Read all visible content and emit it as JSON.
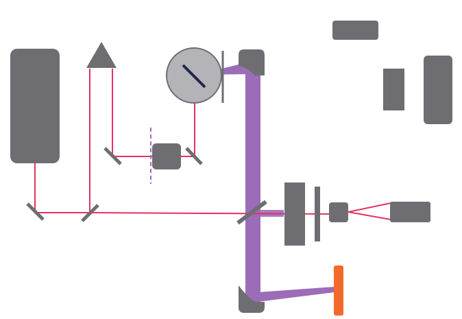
{
  "diagram": {
    "colors": {
      "background": "#ffffff",
      "component": "#6e6e72",
      "laser_beam": "#e6305f",
      "purple_beam": "#9b6db8",
      "purple_dash": "#a468c0",
      "sphere_fill": "#b4b4b8",
      "sphere_edge": "#6e6e72",
      "sphere_mirror": "#1e2550",
      "target": "#f26a2a"
    },
    "components": [
      "laser-source",
      "retroreflector-prism",
      "integrating-sphere",
      "sphere-mirror",
      "curved-mirror-top",
      "curved-mirror-bottom",
      "plane-mirror-lower-left",
      "plane-mirror-lower-middle",
      "plane-mirror-upper-left",
      "plane-mirror-upper-right",
      "beamsplitter-center",
      "filter-block",
      "filter-plate",
      "focus-lens",
      "detector",
      "small-optic-upper-right",
      "tall-block-upper-right",
      "housing-upper-right",
      "sample-optic",
      "aperture-dashed",
      "target-sample"
    ]
  }
}
